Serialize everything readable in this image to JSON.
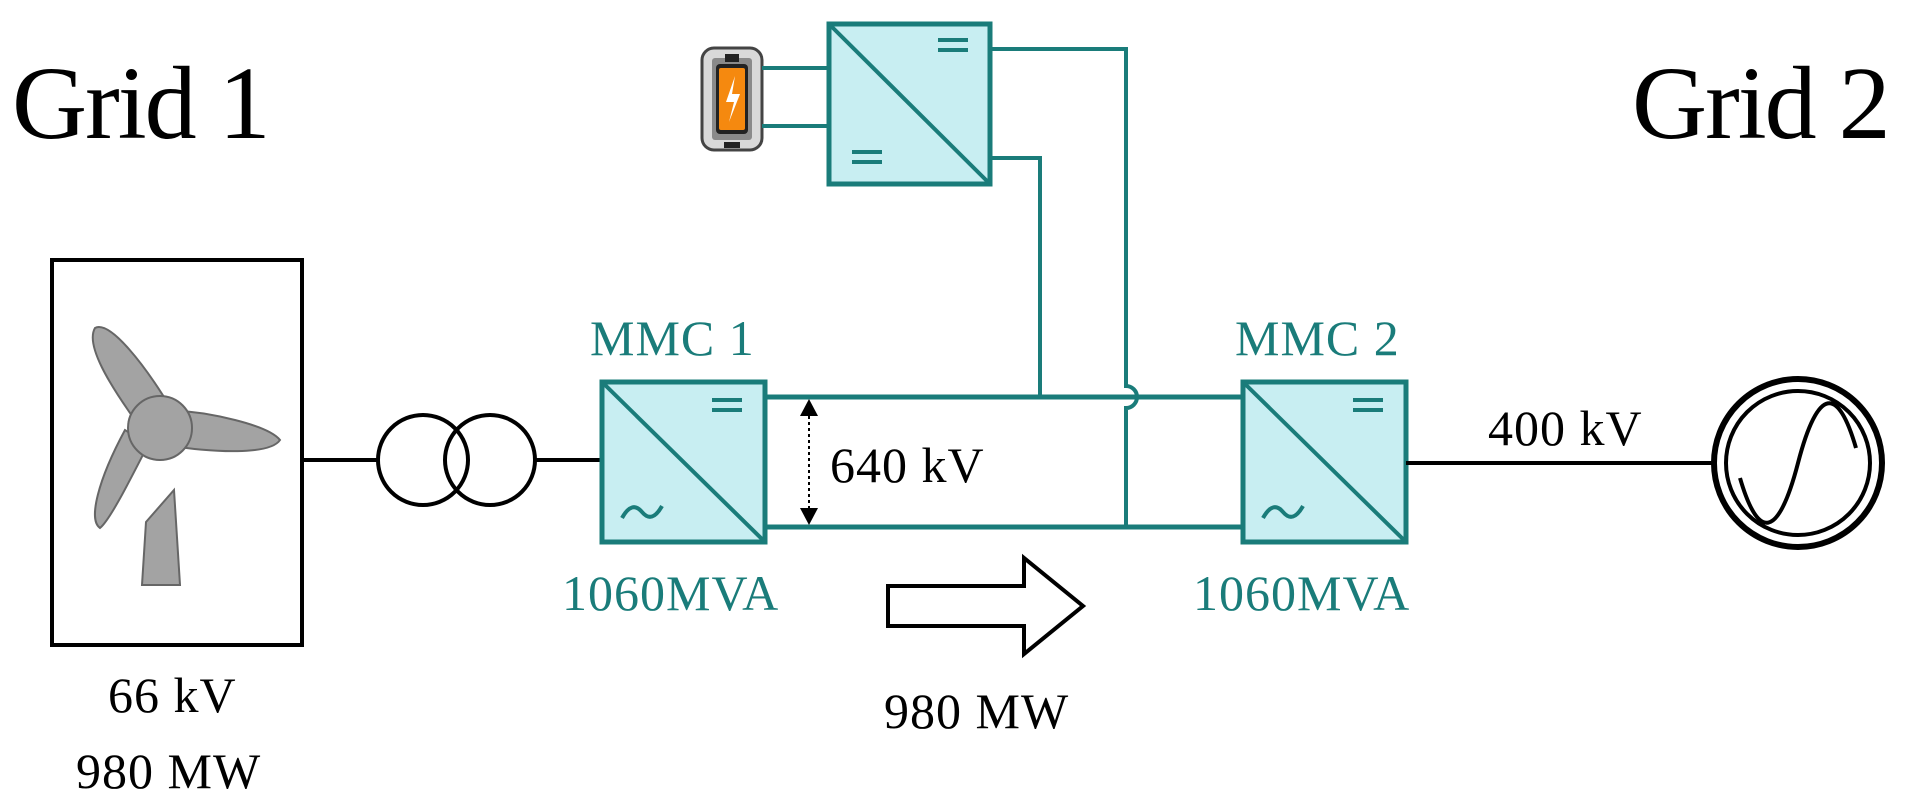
{
  "colors": {
    "teal": "#1A7C7A",
    "converter_fill": "#C8EEF2",
    "turbine_gray": "#A3A3A3",
    "battery_orange": "#F5890F",
    "line_black": "#000000"
  },
  "labels": {
    "grid1": "Grid 1",
    "grid2": "Grid 2",
    "mmc1": "MMC 1",
    "mmc2": "MMC 2",
    "mmc1_rating": "1060MVA",
    "mmc2_rating": "1060MVA",
    "dc_voltage": "640 kV",
    "ac_voltage_grid2": "400 kV",
    "wind_voltage": "66 kV",
    "wind_power": "980 MW",
    "power_flow": "980 MW"
  },
  "icons": {
    "wind_farm": "wind-turbine-icon",
    "transformer": "transformer-icon",
    "battery": "battery-icon",
    "ac_source": "ac-source-icon",
    "converter": "dc-dc-converter-icon",
    "flow_arrow": "right-arrow-icon"
  }
}
